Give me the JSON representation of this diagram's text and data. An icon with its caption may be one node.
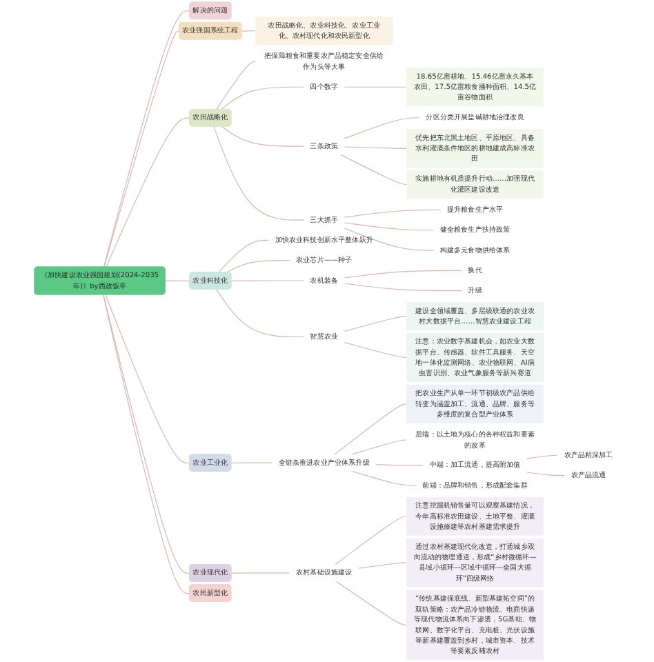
{
  "diagram": {
    "nodes": [
      {
        "text": [
          "《加快建设农业强国规划(2024-2035年)》by西政饭卒"
        ]
      },
      {
        "text": [
          "解决的问题"
        ]
      },
      {
        "text": [
          "农业强国系统工程"
        ]
      },
      {
        "text": [
          "农田战略化、农业科技化、农业工业化、农村现代化和农民新型化"
        ]
      },
      {
        "text": [
          "农田战略化"
        ]
      },
      {
        "text": [
          "把保障粮食和重要农产品稳定安全供给作为头等大事"
        ]
      },
      {
        "text": [
          "四个数字"
        ]
      },
      {
        "text": [
          "18.65亿亩耕地、15.46亿亩永久基本农田、17.5亿亩粮食播种面积、14.5亿亩谷物面积"
        ]
      },
      {
        "text": [
          "三条政策"
        ]
      },
      {
        "text": [
          "分区分类开展盐碱耕地治理改良"
        ]
      },
      {
        "text": [
          "优先把东北黑土地区、平原地区、具备水利灌溉条件地区的耕地建成高标准农田"
        ]
      },
      {
        "text": [
          "实施耕地有机质提升行动……加强现代化灌区建设改造"
        ]
      },
      {
        "text": [
          "三大抓手"
        ]
      },
      {
        "text": [
          "提升粮食生产水平"
        ]
      },
      {
        "text": [
          "健全粮食生产扶持政策"
        ]
      },
      {
        "text": [
          "构建多元食物供给体系"
        ]
      },
      {
        "text": [
          "农业科技化"
        ]
      },
      {
        "text": [
          "加快农业科技创新水平整体跃升"
        ]
      },
      {
        "text": [
          "农业芯片——种子"
        ]
      },
      {
        "text": [
          "农机装备"
        ]
      },
      {
        "text": [
          "换代"
        ]
      },
      {
        "text": [
          "升级"
        ]
      },
      {
        "text": [
          "智慧农业"
        ]
      },
      {
        "text": [
          "建设全领域覆盖、多层级联通的农业农村大数据平台……智慧农业建设工程"
        ]
      },
      {
        "text": [
          "注意：农业数字基建机会，如农业大数据平台、传感器、软件工具服务、天空地一体化监测网络、农业物联网、AI病虫害识别、农业气象服务等新兴赛道"
        ]
      },
      {
        "text": [
          "农业工业化"
        ]
      },
      {
        "text": [
          "全链条推进农业产业体系升级"
        ]
      },
      {
        "text": [
          "把农业生产从单一环节初级农产品供给转变为涵盖加工、流通、品牌、服务等多维度的复合型产业体系"
        ]
      },
      {
        "text": [
          "后端：以土地为核心的各种权益和要素的改革"
        ]
      },
      {
        "text": [
          "中端：加工流通，提高附加值"
        ]
      },
      {
        "text": [
          "农产品精深加工"
        ]
      },
      {
        "text": [
          "农产品流通"
        ]
      },
      {
        "text": [
          "前端：品牌和销售，形成配套集群"
        ]
      },
      {
        "text": [
          "农业现代化"
        ]
      },
      {
        "text": [
          "农村基础设施建设"
        ]
      },
      {
        "text": [
          "注意挖掘机销售量可以观察基建情况，今年高标准农田建设、土地平整、灌溉设施修建等农村基建需求提升"
        ]
      },
      {
        "text": [
          "通过农村基建现代化改造，打通城乡双向流动的物理通道，形成“乡村微循环—县域小循环—区域中循环—全国大循环”四级网络"
        ]
      },
      {
        "text": [
          "“传统基建保底线、新型基建拓空间”的双轨策略：农产品冷链物流、电商快递等现代物流体系向下渗透，5G基站、物联网、数字化平台、充电桩、光伏设施等新基建覆盖到乡村，城市资本、技术等要素反哺农村"
        ]
      },
      {
        "text": [
          "农民新型化"
        ]
      }
    ],
    "edges": [
      {
        "from": 0,
        "to": 1,
        "arrow": "none"
      },
      {
        "from": 0,
        "to": 2,
        "arrow": "none"
      },
      {
        "from": 2,
        "to": 3,
        "arrow": "none"
      },
      {
        "from": 0,
        "to": 4,
        "arrow": "none"
      },
      {
        "from": 4,
        "to": 5,
        "arrow": "none"
      },
      {
        "from": 4,
        "to": 6,
        "arrow": "none"
      },
      {
        "from": 6,
        "to": 7,
        "arrow": "none"
      },
      {
        "from": 4,
        "to": 8,
        "arrow": "none"
      },
      {
        "from": 8,
        "to": 9,
        "arrow": "none"
      },
      {
        "from": 8,
        "to": 10,
        "arrow": "none"
      },
      {
        "from": 8,
        "to": 11,
        "arrow": "none"
      },
      {
        "from": 4,
        "to": 12,
        "arrow": "none"
      },
      {
        "from": 12,
        "to": 13,
        "arrow": "none"
      },
      {
        "from": 12,
        "to": 14,
        "arrow": "none"
      },
      {
        "from": 12,
        "to": 15,
        "arrow": "none"
      },
      {
        "from": 0,
        "to": 16,
        "arrow": "none"
      },
      {
        "from": 16,
        "to": 17,
        "arrow": "none"
      },
      {
        "from": 16,
        "to": 18,
        "arrow": "none"
      },
      {
        "from": 16,
        "to": 19,
        "arrow": "none"
      },
      {
        "from": 19,
        "to": 20,
        "arrow": "none"
      },
      {
        "from": 19,
        "to": 21,
        "arrow": "none"
      },
      {
        "from": 16,
        "to": 22,
        "arrow": "none"
      },
      {
        "from": 22,
        "to": 23,
        "arrow": "none"
      },
      {
        "from": 22,
        "to": 24,
        "arrow": "none"
      },
      {
        "from": 0,
        "to": 25,
        "arrow": "none"
      },
      {
        "from": 25,
        "to": 26,
        "arrow": "none"
      },
      {
        "from": 26,
        "to": 27,
        "arrow": "none"
      },
      {
        "from": 26,
        "to": 28,
        "arrow": "none"
      },
      {
        "from": 26,
        "to": 29,
        "arrow": "none"
      },
      {
        "from": 29,
        "to": 30,
        "arrow": "none"
      },
      {
        "from": 29,
        "to": 31,
        "arrow": "none"
      },
      {
        "from": 26,
        "to": 32,
        "arrow": "none"
      },
      {
        "from": 0,
        "to": 33,
        "arrow": "none"
      },
      {
        "from": 33,
        "to": 34,
        "arrow": "none"
      },
      {
        "from": 34,
        "to": 35,
        "arrow": "none"
      },
      {
        "from": 34,
        "to": 36,
        "arrow": "none"
      },
      {
        "from": 34,
        "to": 37,
        "arrow": "none"
      },
      {
        "from": 0,
        "to": 38,
        "arrow": "none"
      }
    ]
  }
}
